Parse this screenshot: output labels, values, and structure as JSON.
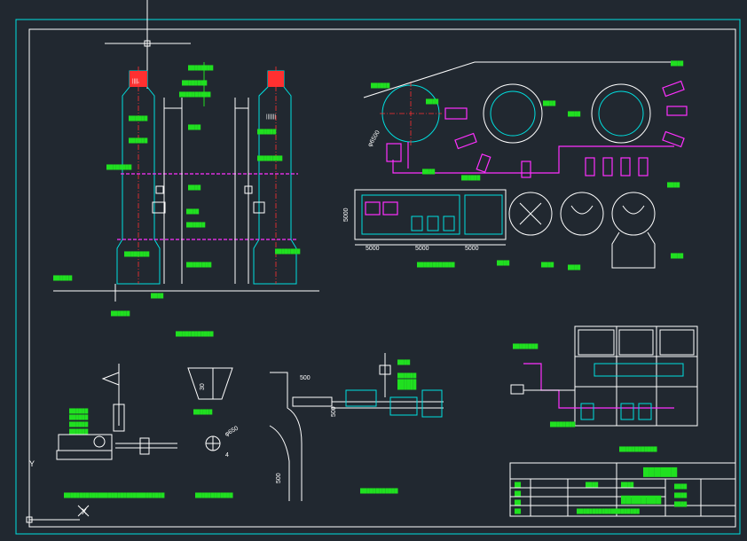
{
  "colors": {
    "background": "#212830",
    "frame": "#00e0e0",
    "line": "#ffffff",
    "label": "#20e020",
    "pipe": "#ff30ff",
    "centerline": "#ff3030"
  },
  "icons": {
    "ucs": "ucs-icon",
    "cursor": "crosshair-cursor-icon"
  },
  "dimensions": {
    "width_5000_a": "5000",
    "width_5000_b": "5000",
    "width_5000_c": "5000",
    "height_5000": "5000",
    "diameter_6500": "φ6500",
    "dim_500": "500",
    "dim_500b": "500",
    "dim_500c": "500",
    "dim_30": "30",
    "dim_4": "4",
    "dim_650": "φ650"
  },
  "ucs": {
    "y_label": "Y",
    "x_label": "X"
  }
}
